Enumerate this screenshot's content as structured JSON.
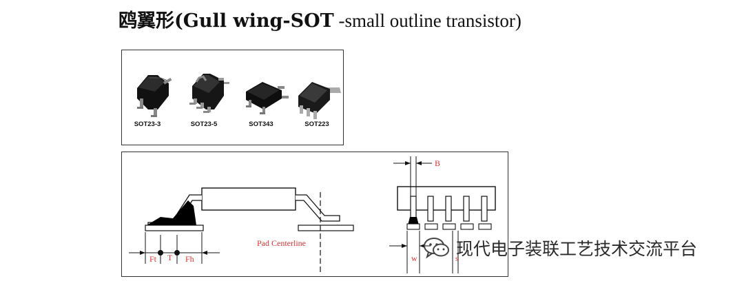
{
  "title": {
    "bold": "鸥翼形(Gull wing-SOT",
    "normal": " -small outline transistor)"
  },
  "packages": [
    {
      "label": "SOT23-3",
      "icon": "sot23-3-package-icon"
    },
    {
      "label": "SOT23-5",
      "icon": "sot23-5-package-icon"
    },
    {
      "label": "SOT343",
      "icon": "sot343-package-icon"
    },
    {
      "label": "SOT223",
      "icon": "sot223-package-icon"
    }
  ],
  "diagram": {
    "dim_b": "B",
    "pad_centerline": "Pad Centerline",
    "dim_ft": "Ft",
    "dim_t": "T",
    "dim_fh": "Fh",
    "dim_w": "w",
    "dim_s": "s"
  },
  "watermark": {
    "text": "现代电子装联工艺技术交流平台",
    "icon": "wechat-icon"
  },
  "colors": {
    "dimension_text": "#e03030",
    "line": "#111111"
  }
}
